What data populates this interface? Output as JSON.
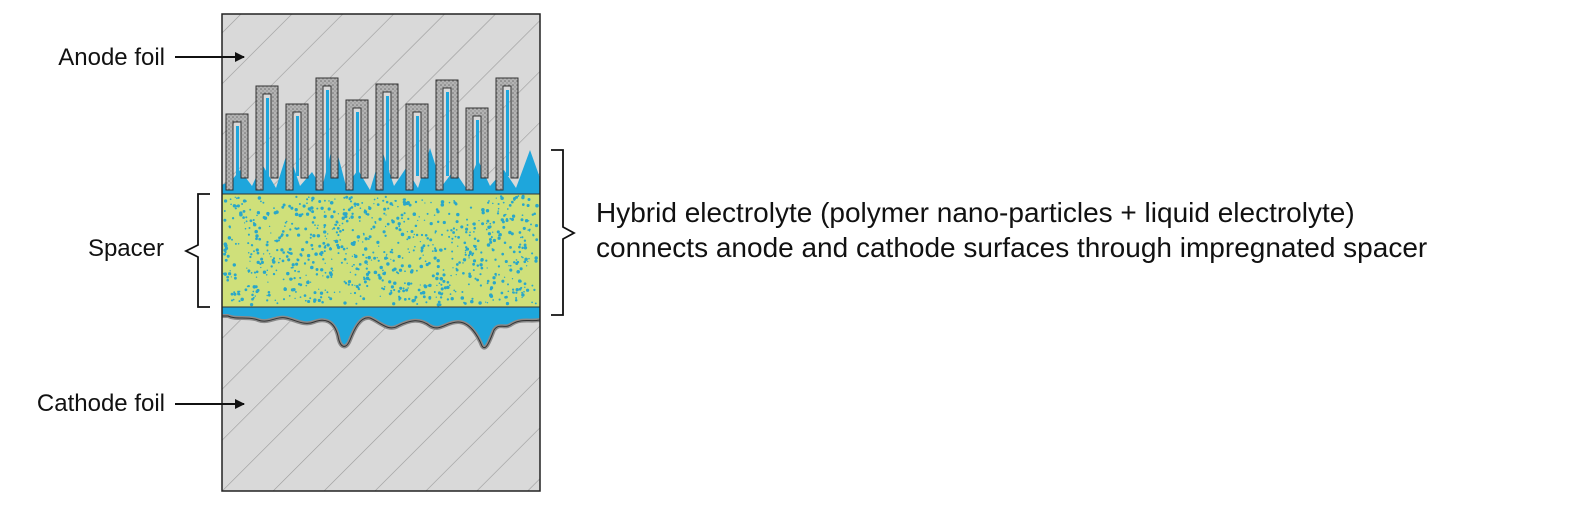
{
  "labels": {
    "anode_foil": "Anode foil",
    "spacer": "Spacer",
    "cathode_foil": "Cathode foil",
    "annotation_line1": "Hybrid electrolyte (polymer nano-particles + liquid electrolyte)",
    "annotation_line2": "connects anode and cathode surfaces through impregnated spacer"
  },
  "colors": {
    "foil": "#d9d9d9",
    "hatch": "#9a9a9a",
    "electrolyte": "#1ea6dc",
    "spacer": "#cfe07a",
    "spacer_dots": "#2aa7c9",
    "oxide": "#a8a8a8",
    "outline": "#222222"
  }
}
